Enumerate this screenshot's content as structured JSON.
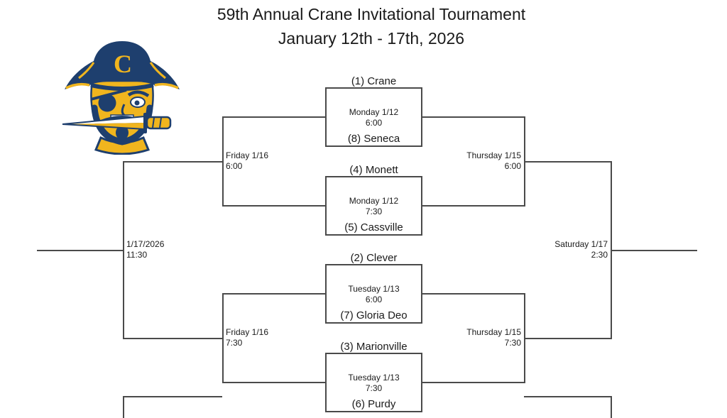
{
  "header": {
    "title": "59th Annual Crane Invitational Tournament",
    "subtitle": "January 12th - 17th, 2026"
  },
  "logo": {
    "letter": "C",
    "colors": {
      "navy": "#1e3f6e",
      "gold": "#f0b51e",
      "white": "#ffffff"
    }
  },
  "games": [
    {
      "top_team": "(1) Crane",
      "bottom_team": "(8) Seneca",
      "date": "Monday 1/12",
      "time": "6:00"
    },
    {
      "top_team": "(4) Monett",
      "bottom_team": "(5) Cassville",
      "date": "Monday 1/12",
      "time": "7:30"
    },
    {
      "top_team": "(2) Clever",
      "bottom_team": "(7) Gloria Deo",
      "date": "Tuesday 1/13",
      "time": "6:00"
    },
    {
      "top_team": "(3) Marionville",
      "bottom_team": "(6) Purdy",
      "date": "Tuesday 1/13",
      "time": "7:30"
    }
  ],
  "rounds": {
    "consolation_semi_top": {
      "date": "Friday 1/16",
      "time": "6:00"
    },
    "consolation_semi_bottom": {
      "date": "Friday 1/16",
      "time": "7:30"
    },
    "championship_semi_top": {
      "date": "Thursday 1/15",
      "time": "6:00"
    },
    "championship_semi_bottom": {
      "date": "Thursday 1/15",
      "time": "7:30"
    },
    "consolation_final": {
      "date": "1/17/2026",
      "time": "11:30"
    },
    "championship_final": {
      "date": "Saturday 1/17",
      "time": "2:30"
    }
  },
  "style": {
    "line_color": "#4a4a4a"
  }
}
